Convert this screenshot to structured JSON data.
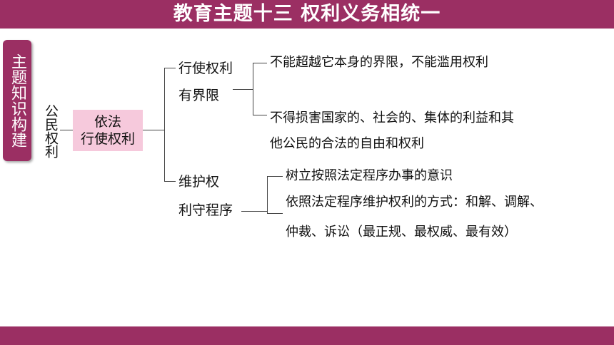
{
  "header": {
    "title": "教育主题十三 权利义务相统一"
  },
  "side_tab": {
    "label": "主题知识构建"
  },
  "root": {
    "label": "公民权利"
  },
  "center_node": {
    "line1": "依法",
    "line2": "行使权利"
  },
  "branch_top": {
    "line1": "行使权利",
    "line2": "有界限",
    "items": [
      "不能超越它本身的界限，不能滥用权利",
      "不得损害国家的、社会的、集体的利益和其",
      "他公民的合法的自由和权利"
    ]
  },
  "branch_bottom": {
    "line1": "维护权",
    "line2": "利守程序",
    "items": [
      "树立按照法定程序办事的意识",
      "依照法定程序维护权利的方式：和解、调解、",
      "仲裁、诉讼（最正规、最权威、最有效）"
    ]
  },
  "colors": {
    "brand": "#9b2f63",
    "highlight": "#f6c9dc"
  }
}
